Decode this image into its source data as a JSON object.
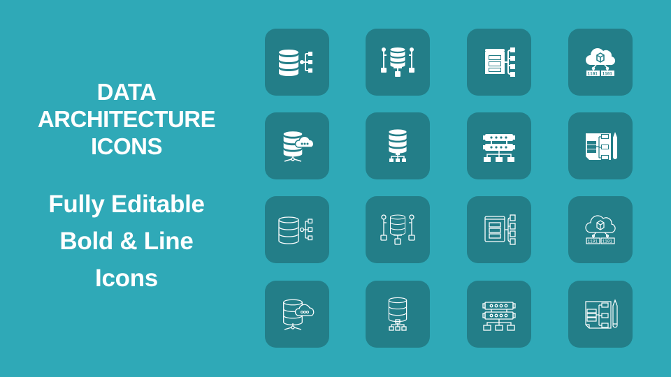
{
  "slide": {
    "background_color": "#2fa9b7",
    "tile_color": "#237e88",
    "icon_color": "#ffffff"
  },
  "title": {
    "lines": [
      "DATA",
      "ARCHITECTURE",
      "ICONS"
    ]
  },
  "subtitle": {
    "lines": [
      "Fully Editable",
      "Bold & Line",
      "Icons"
    ]
  },
  "icons": [
    {
      "row": 1,
      "col": 1,
      "style": "bold",
      "icon": "database-hierarchy-icon"
    },
    {
      "row": 1,
      "col": 2,
      "style": "bold",
      "icon": "database-network-icon"
    },
    {
      "row": 1,
      "col": 3,
      "style": "bold",
      "icon": "server-rack-hierarchy-icon"
    },
    {
      "row": 1,
      "col": 4,
      "style": "bold",
      "icon": "cloud-binary-storage-icon"
    },
    {
      "row": 2,
      "col": 1,
      "style": "bold",
      "icon": "database-cloud-chat-icon"
    },
    {
      "row": 2,
      "col": 2,
      "style": "bold",
      "icon": "database-org-chart-icon"
    },
    {
      "row": 2,
      "col": 3,
      "style": "bold",
      "icon": "server-hierarchy-icon"
    },
    {
      "row": 2,
      "col": 4,
      "style": "bold",
      "icon": "blueprint-pencil-icon"
    },
    {
      "row": 3,
      "col": 1,
      "style": "line",
      "icon": "database-hierarchy-icon"
    },
    {
      "row": 3,
      "col": 2,
      "style": "line",
      "icon": "database-network-icon"
    },
    {
      "row": 3,
      "col": 3,
      "style": "line",
      "icon": "server-rack-hierarchy-icon"
    },
    {
      "row": 3,
      "col": 4,
      "style": "line",
      "icon": "cloud-binary-storage-icon"
    },
    {
      "row": 4,
      "col": 1,
      "style": "line",
      "icon": "database-cloud-chat-icon"
    },
    {
      "row": 4,
      "col": 2,
      "style": "line",
      "icon": "database-org-chart-icon"
    },
    {
      "row": 4,
      "col": 3,
      "style": "line",
      "icon": "server-hierarchy-icon"
    },
    {
      "row": 4,
      "col": 4,
      "style": "line",
      "icon": "blueprint-pencil-icon"
    }
  ],
  "binary_label": "1101"
}
